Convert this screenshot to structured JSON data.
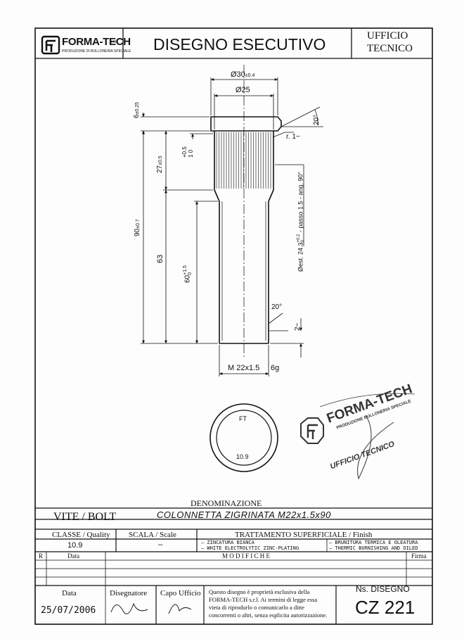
{
  "header": {
    "logo_text": "FORMA-TECH",
    "logo_suffix": "s.r.l.",
    "logo_subtext": "PRODUZIONE DI BULLONERIA SPECIALE",
    "title": "DISEGNO ESECUTIVO",
    "office_line1": "UFFICIO",
    "office_line2": "TECNICO"
  },
  "dimensions": {
    "head_diameter": "Ø30",
    "head_diameter_tol": "±0.4",
    "inner_diameter": "Ø25",
    "head_height": "6",
    "head_height_tol": "±0.25",
    "chamfer_angle_top": "20°",
    "radius": "r. 1~",
    "offset_upper": "+0.5",
    "offset_lower": "1 0",
    "knurl_length": "27",
    "knurl_length_tol": "±0.5",
    "total_length": "90",
    "total_length_tol": "±0.7",
    "length_63": "63",
    "thread_length": "60",
    "thread_length_tol_up": "+1.5",
    "thread_length_tol_low": "0",
    "knurl_spec": "Øest. 24.3",
    "knurl_spec_tol": "+0.2",
    "knurl_spec_tol_low": "0",
    "knurl_spec_rest": " - passo 1.5 - ang. 90°",
    "chamfer_angle_bottom": "20°",
    "chamfer_length": "2~",
    "thread_spec": "M 22x1.5",
    "thread_class": "6g"
  },
  "end_view": {
    "top_mark": "FT",
    "bottom_mark": "10.9"
  },
  "stamp": {
    "company": "FORMA-TECH",
    "subtitle": "PRODUZIONE BULLONERIA SPECIALE",
    "office": "UFFICIO TECNICO"
  },
  "title_block": {
    "denominazione_label": "DENOMINAZIONE",
    "part_type": "VITE / BOLT",
    "part_name": "COLONNETTA ZIGRINATA  M22x1.5x90",
    "classe_label": "CLASSE / Quality",
    "classe_value": "10.9",
    "scala_label": "SCALA / Scale",
    "scala_value": "–",
    "trattamento_label": "TRATTAMENTO SUPERFICIALE / Finish",
    "finish_1": "– ZINCATURA BIANCA",
    "finish_2": "– WHITE ELECTROLYTIC ZINC-PLATING",
    "finish_3": "– BRUNITURA TERMICA E OLEATURA",
    "finish_4": "– THERMIC BURNISHING AND OILED",
    "r_label": "R",
    "data_col_label": "Data",
    "modifiche_label": "M O D I F I C H E",
    "firma_label": "Firma",
    "data_label": "Data",
    "data_value": "25/07/2006",
    "disegnatore_label": "Disegnatore",
    "capo_label": "Capo Ufficio",
    "notice_1": "Questo disegno è proprietà esclusiva della",
    "notice_2": "FORMA-TECH s.r.l. Ai termini di legge essa",
    "notice_3": "vieta di riprodurlo o comunicarlo a ditte",
    "notice_4": "concorrenti o altri, senza esplicita autorizzazione.",
    "ns_disegno_label": "Ns. DISEGNO",
    "drawing_number": "CZ 221"
  }
}
